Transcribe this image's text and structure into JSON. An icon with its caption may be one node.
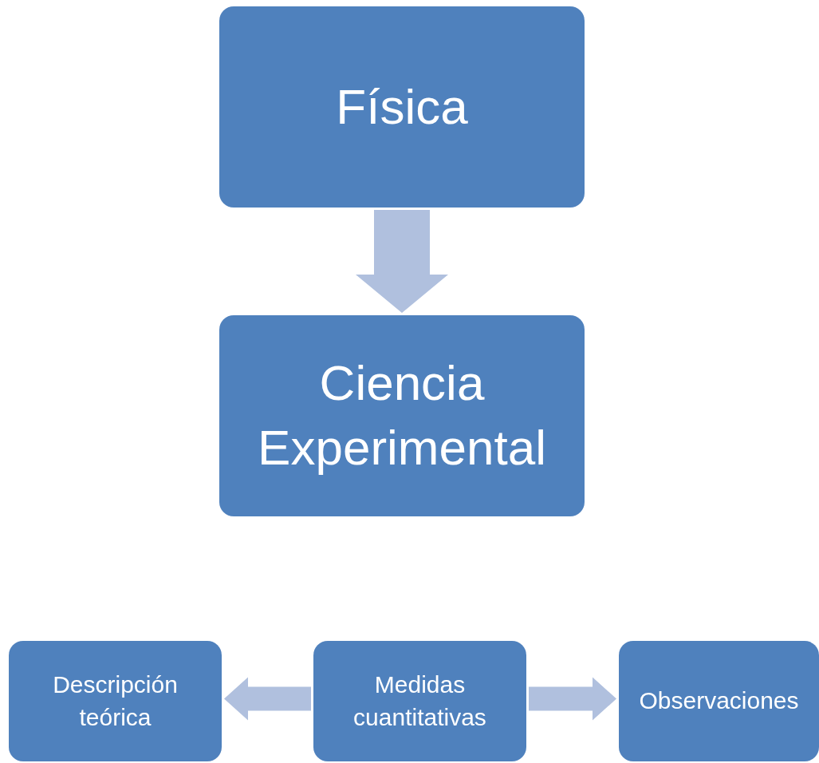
{
  "diagram": {
    "nodes": [
      {
        "text": [
          "Física"
        ]
      },
      {
        "text": [
          "Ciencia Experimental"
        ]
      },
      {
        "text": [
          "Descripción teórica"
        ]
      },
      {
        "text": [
          "Medidas cuantitativas"
        ]
      },
      {
        "text": [
          "Observaciones"
        ]
      }
    ],
    "edges": [
      {
        "from": 0,
        "to": 1,
        "arrow": "to"
      },
      {
        "from": 3,
        "to": 2,
        "arrow": "to"
      },
      {
        "from": 3,
        "to": 4,
        "arrow": "to"
      }
    ]
  }
}
